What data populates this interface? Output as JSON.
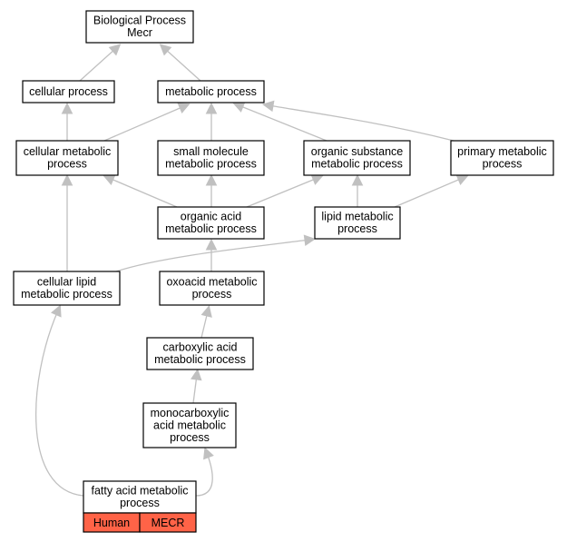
{
  "colors": {
    "edge": "#c0c0c0",
    "annotation": "#ff6347"
  },
  "nodes": [
    {
      "id": "bp",
      "lines": [
        "Biological Process",
        "Mecr"
      ]
    },
    {
      "id": "cellular",
      "lines": [
        "cellular process"
      ]
    },
    {
      "id": "metabolic",
      "lines": [
        "metabolic process"
      ]
    },
    {
      "id": "cellmet",
      "lines": [
        "cellular metabolic",
        "process"
      ]
    },
    {
      "id": "smallmol",
      "lines": [
        "small molecule",
        "metabolic process"
      ]
    },
    {
      "id": "orgsub",
      "lines": [
        "organic substance",
        "metabolic process"
      ]
    },
    {
      "id": "primary",
      "lines": [
        "primary metabolic",
        "process"
      ]
    },
    {
      "id": "orgacid",
      "lines": [
        "organic acid",
        "metabolic process"
      ]
    },
    {
      "id": "lipid",
      "lines": [
        "lipid metabolic",
        "process"
      ]
    },
    {
      "id": "celllipid",
      "lines": [
        "cellular lipid",
        "metabolic process"
      ]
    },
    {
      "id": "oxoacid",
      "lines": [
        "oxoacid metabolic",
        "process"
      ]
    },
    {
      "id": "carbox",
      "lines": [
        "carboxylic acid",
        "metabolic process"
      ]
    },
    {
      "id": "monocarb",
      "lines": [
        "monocarboxylic",
        "acid metabolic",
        "process"
      ]
    },
    {
      "id": "fatty",
      "lines": [
        "fatty acid metabolic",
        "process"
      ]
    }
  ],
  "annotations": [
    {
      "node": "fatty",
      "cells": [
        "Human",
        "MECR"
      ]
    }
  ],
  "edges": [
    {
      "from": "cellular",
      "to": "bp"
    },
    {
      "from": "metabolic",
      "to": "bp"
    },
    {
      "from": "cellmet",
      "to": "cellular"
    },
    {
      "from": "cellmet",
      "to": "metabolic"
    },
    {
      "from": "smallmol",
      "to": "metabolic"
    },
    {
      "from": "orgsub",
      "to": "metabolic"
    },
    {
      "from": "primary",
      "to": "metabolic"
    },
    {
      "from": "orgacid",
      "to": "cellmet"
    },
    {
      "from": "orgacid",
      "to": "smallmol"
    },
    {
      "from": "orgacid",
      "to": "orgsub"
    },
    {
      "from": "lipid",
      "to": "orgsub"
    },
    {
      "from": "lipid",
      "to": "primary"
    },
    {
      "from": "celllipid",
      "to": "cellmet"
    },
    {
      "from": "celllipid",
      "to": "lipid"
    },
    {
      "from": "oxoacid",
      "to": "orgacid"
    },
    {
      "from": "carbox",
      "to": "oxoacid"
    },
    {
      "from": "monocarb",
      "to": "carbox"
    },
    {
      "from": "fatty",
      "to": "monocarb"
    },
    {
      "from": "fatty",
      "to": "celllipid"
    }
  ]
}
